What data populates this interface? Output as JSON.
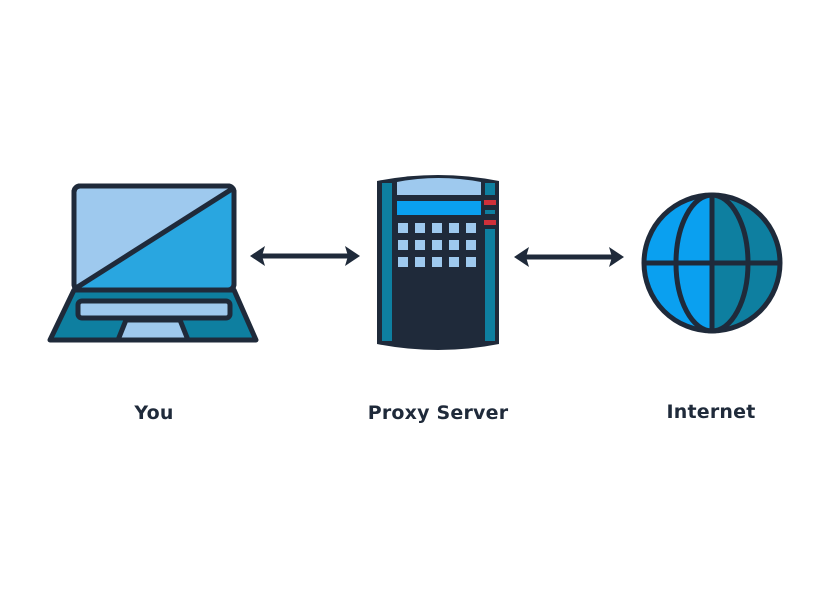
{
  "diagram": {
    "nodes": [
      {
        "id": "you",
        "label": "You",
        "icon": "laptop-icon"
      },
      {
        "id": "proxy",
        "label": "Proxy Server",
        "icon": "server-icon"
      },
      {
        "id": "internet",
        "label": "Internet",
        "icon": "globe-icon"
      }
    ],
    "edges": [
      {
        "from": "you",
        "to": "proxy",
        "direction": "bidirectional"
      },
      {
        "from": "proxy",
        "to": "internet",
        "direction": "bidirectional"
      }
    ]
  },
  "colors": {
    "outline": "#1f2a3a",
    "light_blue": "#9ec9ee",
    "mid_blue": "#29a6e0",
    "bright_blue": "#0aa0f0",
    "teal": "#0e7fa0",
    "red": "#d0303a",
    "background": "#ffffff"
  }
}
